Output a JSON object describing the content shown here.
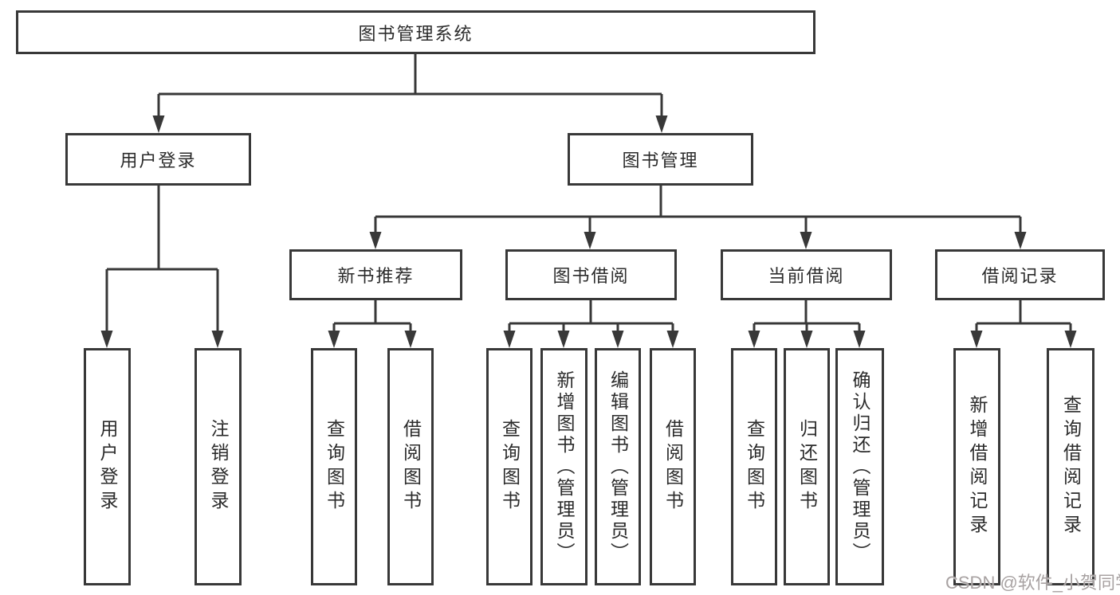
{
  "colors": {
    "line": "#383838",
    "text": "#2b2b2b",
    "watermark": "#a8a2a2"
  },
  "tree": {
    "root": {
      "label": "图书管理系统",
      "children": [
        {
          "label": "用户登录",
          "children": [
            {
              "label": "用户登录"
            },
            {
              "label": "注销登录"
            }
          ]
        },
        {
          "label": "图书管理",
          "children": [
            {
              "label": "新书推荐",
              "children": [
                {
                  "label": "查询图书"
                },
                {
                  "label": "借阅图书"
                }
              ]
            },
            {
              "label": "图书借阅",
              "children": [
                {
                  "label": "查询图书"
                },
                {
                  "label": "新增图书（管理员）"
                },
                {
                  "label": "编辑图书（管理员）"
                },
                {
                  "label": "借阅图书"
                }
              ]
            },
            {
              "label": "当前借阅",
              "children": [
                {
                  "label": "查询图书"
                },
                {
                  "label": "归还图书"
                },
                {
                  "label": "确认归还（管理员）"
                }
              ]
            },
            {
              "label": "借阅记录",
              "children": [
                {
                  "label": "新增借阅记录"
                },
                {
                  "label": "查询借阅记录"
                }
              ]
            }
          ]
        }
      ]
    }
  },
  "watermark": {
    "text": "CSDN @软件_小贺同学"
  }
}
